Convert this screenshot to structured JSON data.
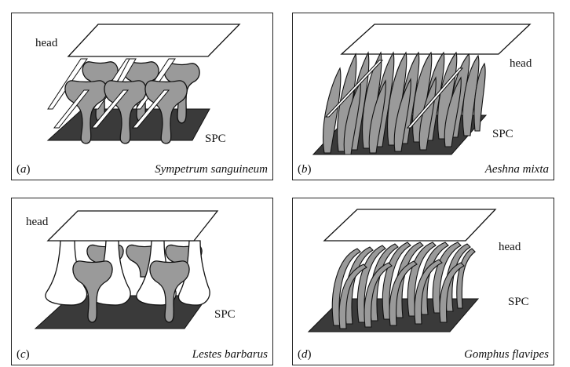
{
  "panels": [
    {
      "letter": "a",
      "species": "Sympetrum sanguineum",
      "head_label": "head",
      "spc_label": "SPC"
    },
    {
      "letter": "b",
      "species": "Aeshna mixta",
      "head_label": "head",
      "spc_label": "SPC"
    },
    {
      "letter": "c",
      "species": "Lestes barbarus",
      "head_label": "head",
      "spc_label": "SPC"
    },
    {
      "letter": "d",
      "species": "Gomphus flavipes",
      "head_label": "head",
      "spc_label": "SPC"
    }
  ],
  "colors": {
    "frame": "#222222",
    "spc_plate": "#3a3a3a",
    "head_plate": "#ffffff",
    "structure_fill": "#9a9a9a",
    "structure_light": "#ffffff",
    "outline": "#111111"
  }
}
